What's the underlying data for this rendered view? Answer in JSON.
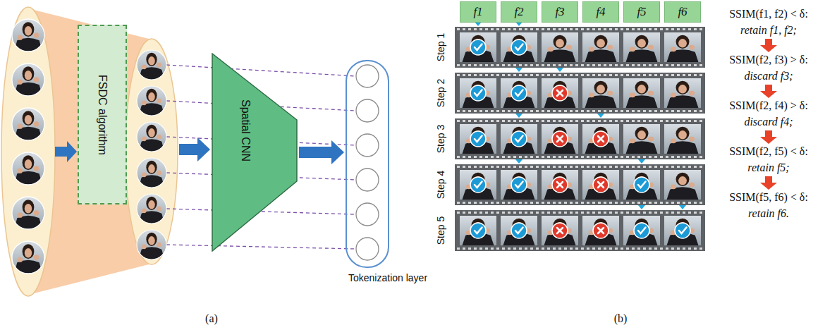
{
  "diagram": {
    "nodes": [
      {
        "text": [
          "FSDC algorithm"
        ]
      },
      {
        "text": [
          "Spatial CNN"
        ]
      },
      {
        "text": [
          "Tokenization layer"
        ]
      },
      {
        "text": [
          "f1"
        ]
      },
      {
        "text": [
          "f2"
        ]
      },
      {
        "text": [
          "f3"
        ]
      },
      {
        "text": [
          "f4"
        ]
      },
      {
        "text": [
          "f5"
        ]
      },
      {
        "text": [
          "f6"
        ]
      }
    ],
    "edges": [
      {
        "from": 1,
        "to": 2,
        "arrow": "to"
      }
    ],
    "labels": [
      "(a)",
      "(b)",
      "Step 1",
      "Step 2",
      "Step 3",
      "Step 4",
      "Step 5",
      "SSIM(f1, f2) < δ:",
      "retain f1, f2;",
      "SSIM(f2, f3) > δ:",
      "discard f3;",
      "SSIM(f2, f4) > δ:",
      "discard f4;",
      "SSIM(f2, f5) < δ:",
      "retain f5;",
      "SSIM(f5, f6) < δ:",
      "retain f6."
    ]
  }
}
